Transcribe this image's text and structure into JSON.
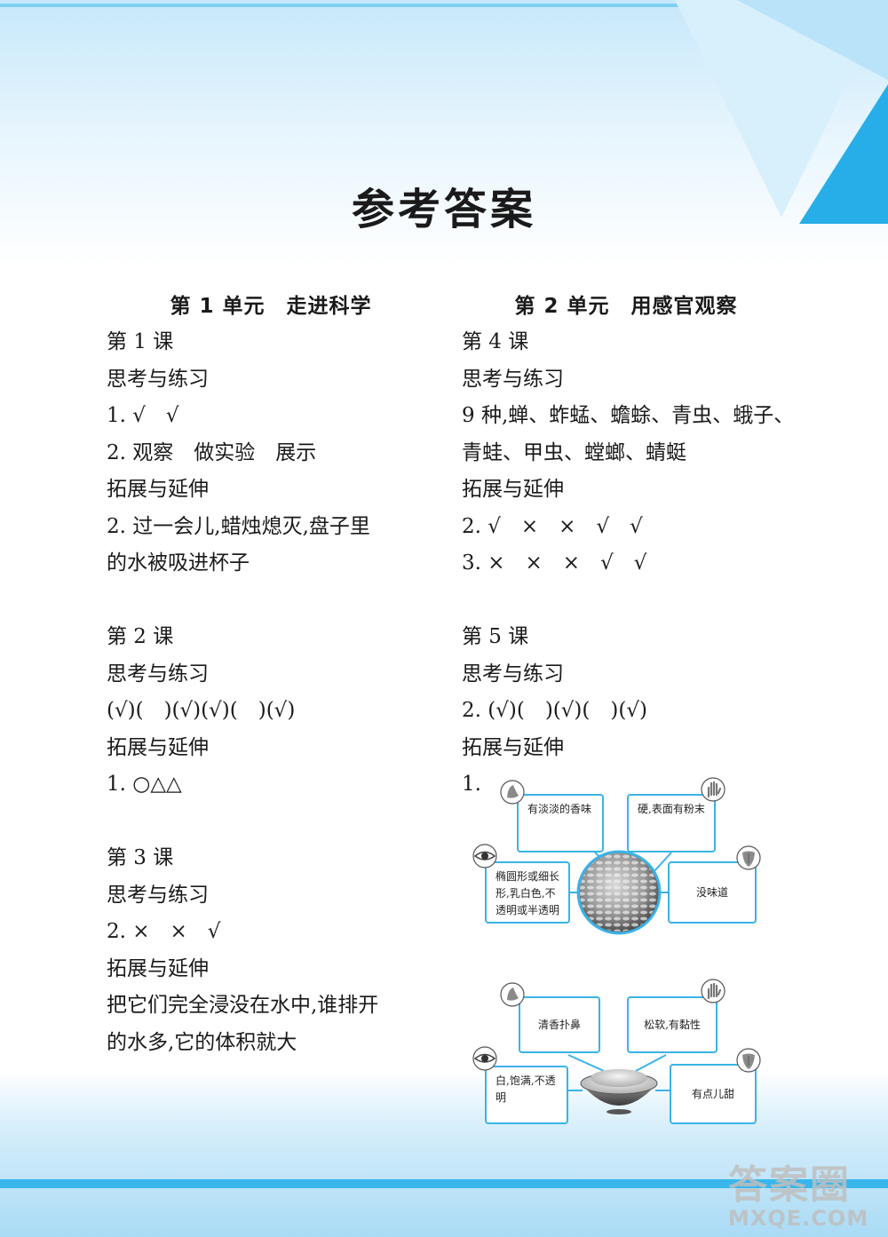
{
  "page": {
    "title": "参考答案"
  },
  "left_column": {
    "unit_title": "第 1 单元　走进科学",
    "lessons": [
      {
        "lesson": "第 1 课",
        "sections": [
          {
            "heading": "思考与练习",
            "lines": [
              "1. √　√",
              "2. 观察　做实验　展示"
            ]
          },
          {
            "heading": "拓展与延伸",
            "lines": [
              "2. 过一会儿,蜡烛熄灭,盘子里",
              "的水被吸进杯子"
            ]
          }
        ]
      },
      {
        "lesson": "第 2 课",
        "sections": [
          {
            "heading": "思考与练习",
            "lines": [
              "(√)(　)(√)(√)(　)(√)"
            ]
          },
          {
            "heading": "拓展与延伸",
            "lines": [
              "1. ○△△"
            ]
          }
        ]
      },
      {
        "lesson": "第 3 课",
        "sections": [
          {
            "heading": "思考与练习",
            "lines": [
              "2. ×　×　√"
            ]
          },
          {
            "heading": "拓展与延伸",
            "lines": [
              "把它们完全浸没在水中,谁排开",
              "的水多,它的体积就大"
            ]
          }
        ]
      }
    ]
  },
  "right_column": {
    "unit_title": "第 2 单元　用感官观察",
    "lessons": [
      {
        "lesson": "第 4 课",
        "sections": [
          {
            "heading": "思考与练习",
            "lines": [
              "9 种,蝉、蚱蜢、蟾蜍、青虫、蛾子、",
              "青蛙、甲虫、螳螂、蜻蜓"
            ]
          },
          {
            "heading": "拓展与延伸",
            "lines": [
              "2. √　×　×　√　√",
              "3. ×　×　×　√　√"
            ]
          }
        ]
      },
      {
        "lesson": "第 5 课",
        "sections": [
          {
            "heading": "思考与练习",
            "lines": [
              "2. (√)(　)(√)(　)(√)"
            ]
          },
          {
            "heading": "拓展与延伸",
            "lines": [
              "1."
            ]
          }
        ]
      }
    ]
  },
  "mindmaps": [
    {
      "nose": "有淡淡的香味",
      "hand": "硬,表面有粉末",
      "eye": "椭圆形或细长形,乳白色,不透明或半透明",
      "tongue": "没味道"
    },
    {
      "nose": "清香扑鼻",
      "hand": "松软,有黏性",
      "eye": "白,饱满,不透明",
      "tongue": "有点儿甜"
    }
  ],
  "watermark": {
    "big": "答案圈",
    "small": "MXQE.COM"
  },
  "colors": {
    "accent": "#38b6ec",
    "box_border": "#3ab3e6"
  }
}
